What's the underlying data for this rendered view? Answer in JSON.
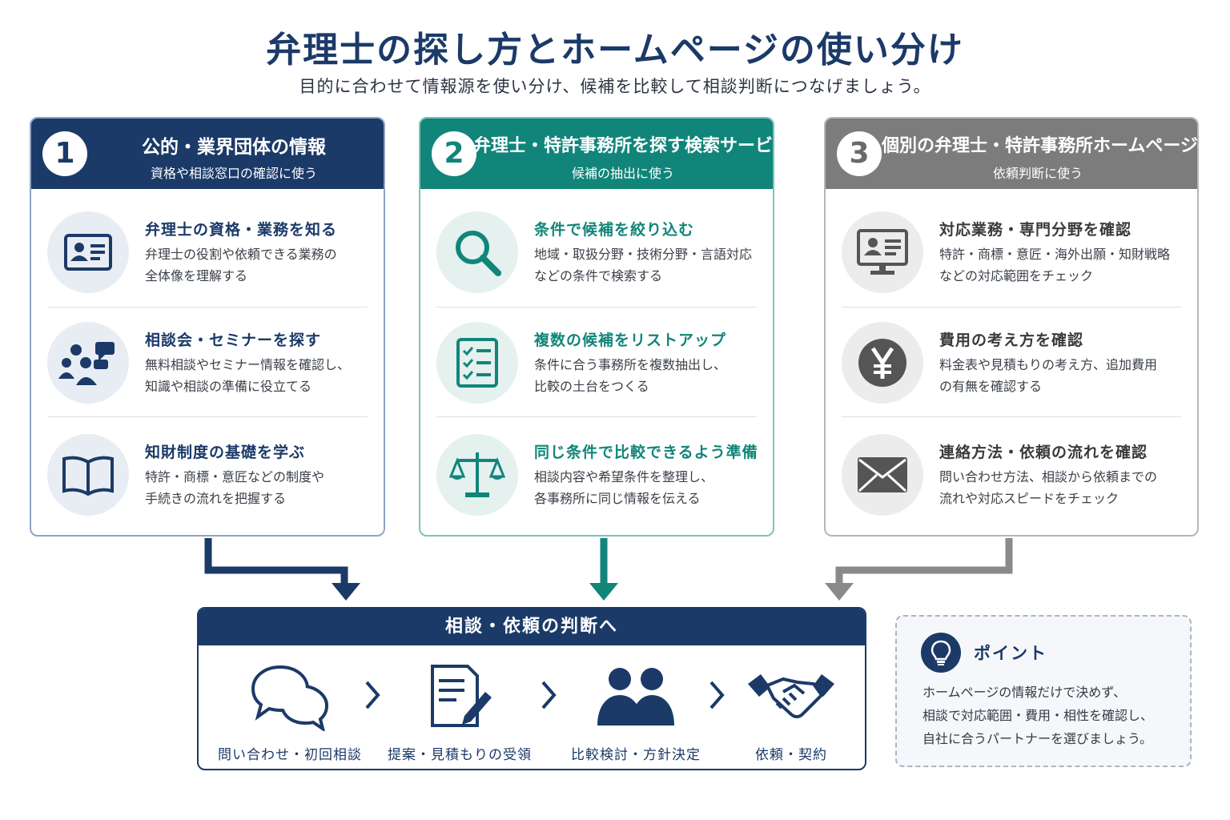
{
  "title": "弁理士の探し方とホームページの使い分け",
  "subtitle": "目的に合わせて情報源を使い分け、候補を比較して相談判断につなげましょう。",
  "colors": {
    "navy": "#1b3a68",
    "teal": "#11857a",
    "gray": "#7c7c7c"
  },
  "cards": [
    {
      "number": "1",
      "title": "公的・業界団体の情報",
      "subtitle": "資格や相談窓口の確認に使う",
      "items": [
        {
          "icon": "id-card-icon",
          "title": "弁理士の資格・業務を知る",
          "desc1": "弁理士の役割や依頼できる業務の",
          "desc2": "全体像を理解する"
        },
        {
          "icon": "people-chat-icon",
          "title": "相談会・セミナーを探す",
          "desc1": "無料相談やセミナー情報を確認し、",
          "desc2": "知識や相談の準備に役立てる"
        },
        {
          "icon": "book-icon",
          "title": "知財制度の基礎を学ぶ",
          "desc1": "特許・商標・意匠などの制度や",
          "desc2": "手続きの流れを把握する"
        }
      ]
    },
    {
      "number": "2",
      "title": "弁理士・特許事務所を探す検索サービス",
      "subtitle": "候補の抽出に使う",
      "items": [
        {
          "icon": "search-icon",
          "title": "条件で候補を絞り込む",
          "desc1": "地域・取扱分野・技術分野・言語対応",
          "desc2": "などの条件で検索する"
        },
        {
          "icon": "checklist-icon",
          "title": "複数の候補をリストアップ",
          "desc1": "条件に合う事務所を複数抽出し、",
          "desc2": "比較の土台をつくる"
        },
        {
          "icon": "scale-icon",
          "title": "同じ条件で比較できるよう準備",
          "desc1": "相談内容や希望条件を整理し、",
          "desc2": "各事務所に同じ情報を伝える"
        }
      ]
    },
    {
      "number": "3",
      "title": "個別の弁理士・特許事務所ホームページ",
      "subtitle": "依頼判断に使う",
      "items": [
        {
          "icon": "monitor-profile-icon",
          "title": "対応業務・専門分野を確認",
          "desc1": "特許・商標・意匠・海外出願・知財戦略",
          "desc2": "などの対応範囲をチェック"
        },
        {
          "icon": "yen-icon",
          "title": "費用の考え方を確認",
          "desc1": "料金表や見積もりの考え方、追加費用",
          "desc2": "の有無を確認する"
        },
        {
          "icon": "envelope-icon",
          "title": "連絡方法・依頼の流れを確認",
          "desc1": "問い合わせ方法、相談から依頼までの",
          "desc2": "流れや対応スピードをチェック"
        }
      ]
    }
  ],
  "decision": {
    "title": "相談・依頼の判断へ",
    "steps": [
      {
        "icon": "chat-bubbles-icon",
        "label": "問い合わせ・初回相談"
      },
      {
        "icon": "document-pen-icon",
        "label": "提案・見積もりの受領"
      },
      {
        "icon": "people-icon",
        "label": "比較検討・方針決定"
      },
      {
        "icon": "handshake-icon",
        "label": "依頼・契約"
      }
    ]
  },
  "point": {
    "title": "ポイント",
    "line1": "ホームページの情報だけで決めず、",
    "line2": "相談で対応範囲・費用・相性を確認し、",
    "line3": "自社に合うパートナーを選びましょう。"
  }
}
